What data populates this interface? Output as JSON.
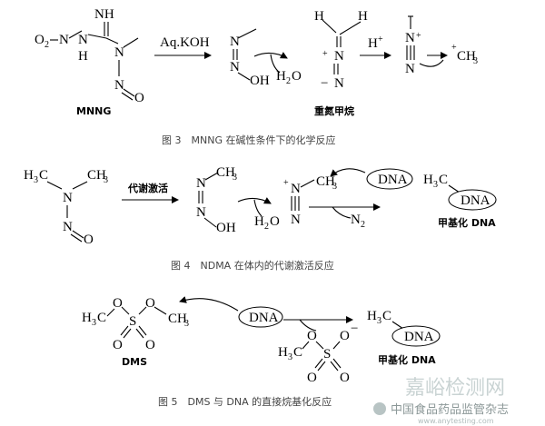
{
  "figure3": {
    "caption": "图 3　MNNG 在碱性条件下的化学反应",
    "reagent": "Aq.KOH",
    "start_label": "MNNG",
    "product_label": "重氮甲烷",
    "atoms": {
      "nh": "NH",
      "o2n": "O",
      "o2n_sub": "2",
      "n_a": "N",
      "n_b": "N",
      "h": "H",
      "n_c": "N",
      "o": "O",
      "i_n1": "N",
      "i_n2": "N",
      "i_oh": "OH",
      "water": "H",
      "water_sub": "2",
      "water_o": "O",
      "dz_h1": "H",
      "dz_h2": "H",
      "dz_n1": "N",
      "dz_n2": "N",
      "plus": "+",
      "minus": "−",
      "hplus": "H",
      "hplus_sup": "+",
      "md_n1": "N",
      "md_n2": "N",
      "md_plus": "+",
      "ch3": "CH",
      "ch3_sub": "3",
      "ch3_plus": "+"
    }
  },
  "figure4": {
    "caption": "图 4　NDMA 在体内的代谢激活反应",
    "reagent": "代谢激活",
    "product_label": "甲基化 DNA",
    "dna": "DNA",
    "atoms": {
      "h3c": "H",
      "h3c_sub": "3",
      "h3c_c": "C",
      "ch3": "CH",
      "ch3_sub": "3",
      "n": "N",
      "n2": "N",
      "o": "O",
      "i_n1": "N",
      "i_n2": "N",
      "i_ch3": "CH",
      "i_ch3_sub": "3",
      "i_oh": "OH",
      "water": "H",
      "water_sub": "2",
      "water_o": "O",
      "dz_n1": "N",
      "dz_n2": "N",
      "dz_plus": "+",
      "dz_ch3": "CH",
      "dz_ch3_sub": "3",
      "n2gas": "N",
      "n2gas_sub": "2",
      "p_h3c": "H",
      "p_h3c_sub": "3",
      "p_h3c_c": "C"
    }
  },
  "figure5": {
    "caption": "图 5　DMS 与 DNA 的直接烷基化反应",
    "start_label": "DMS",
    "product_label": "甲基化 DNA",
    "dna": "DNA",
    "atoms": {
      "h3c": "H",
      "h3c_sub": "3",
      "h3c_c": "C",
      "o1": "O",
      "s": "S",
      "o2": "O",
      "ch3": "CH",
      "ch3_sub": "3",
      "oa": "O",
      "ob": "O",
      "b_h3c": "H",
      "b_h3c_sub": "3",
      "b_h3c_c": "C",
      "b_o": "O",
      "b_s": "S",
      "b_o2": "O",
      "b_minus": "−",
      "b_oa": "O",
      "b_ob": "O",
      "p_h3c": "H",
      "p_h3c_sub": "3",
      "p_h3c_c": "C"
    }
  },
  "watermark": {
    "line1": "嘉峪检测网",
    "line2": "中国食品药品监管杂志",
    "url": "www.anytesting.com"
  }
}
